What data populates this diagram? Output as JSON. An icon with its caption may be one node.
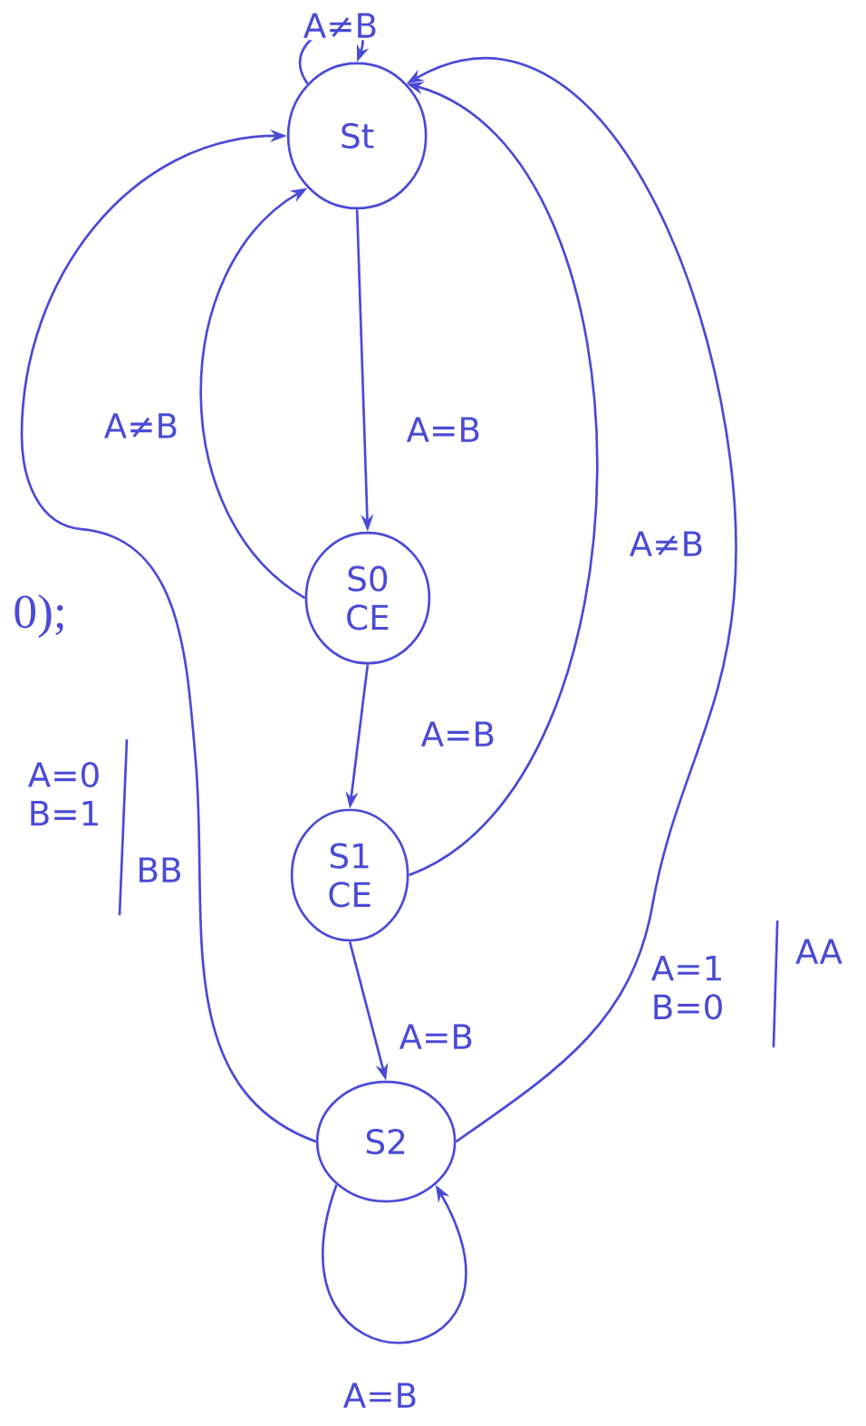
{
  "diagram": {
    "nodes": [
      {
        "text": [
          "St"
        ]
      },
      {
        "text": [
          "S0",
          "CE"
        ]
      },
      {
        "text": [
          "S1",
          "CE"
        ]
      },
      {
        "text": [
          "S2"
        ]
      }
    ],
    "edges": [
      {
        "from": 0,
        "to": 0,
        "arrow": "to",
        "label": "A≠B"
      },
      {
        "from": 0,
        "to": 1,
        "arrow": "to",
        "label": "A=B"
      },
      {
        "from": 1,
        "to": 0,
        "arrow": "to",
        "label": "A≠B"
      },
      {
        "from": 1,
        "to": 2,
        "arrow": "to",
        "label": "A=B"
      },
      {
        "from": 2,
        "to": 0,
        "arrow": "to",
        "label": "A≠B"
      },
      {
        "from": 2,
        "to": 3,
        "arrow": "to",
        "label": "A=B"
      },
      {
        "from": 3,
        "to": 0,
        "arrow": "to",
        "label": "A=0 B=1"
      },
      {
        "from": 3,
        "to": 0,
        "arrow": "to",
        "label": "A=1 B=0"
      },
      {
        "from": 3,
        "to": 3,
        "arrow": "to",
        "label": "A=B"
      }
    ],
    "labels": [
      "0);",
      "BB",
      "AA"
    ]
  }
}
